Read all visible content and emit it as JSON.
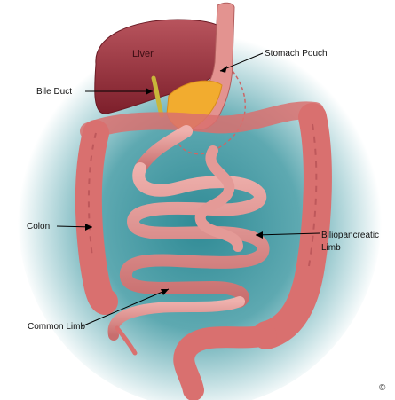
{
  "labels": {
    "liver": "Liver",
    "stomach_pouch": "Stomach Pouch",
    "bile_duct": "Bile Duct",
    "colon": "Colon",
    "biliopancreatic_limb_line1": "Biliopancreatic",
    "biliopancreatic_limb_line2": "Limb",
    "common_limb": "Common Limb",
    "copyright": "©"
  },
  "colors": {
    "background_glow": "#4c9aa3",
    "liver": "#9c2f3a",
    "intestine": "#de8f8c",
    "intestine_dark": "#b65a5c",
    "colon": "#d9706f",
    "fat": "#f2ac2f",
    "bile_duct": "#c8b73a"
  }
}
